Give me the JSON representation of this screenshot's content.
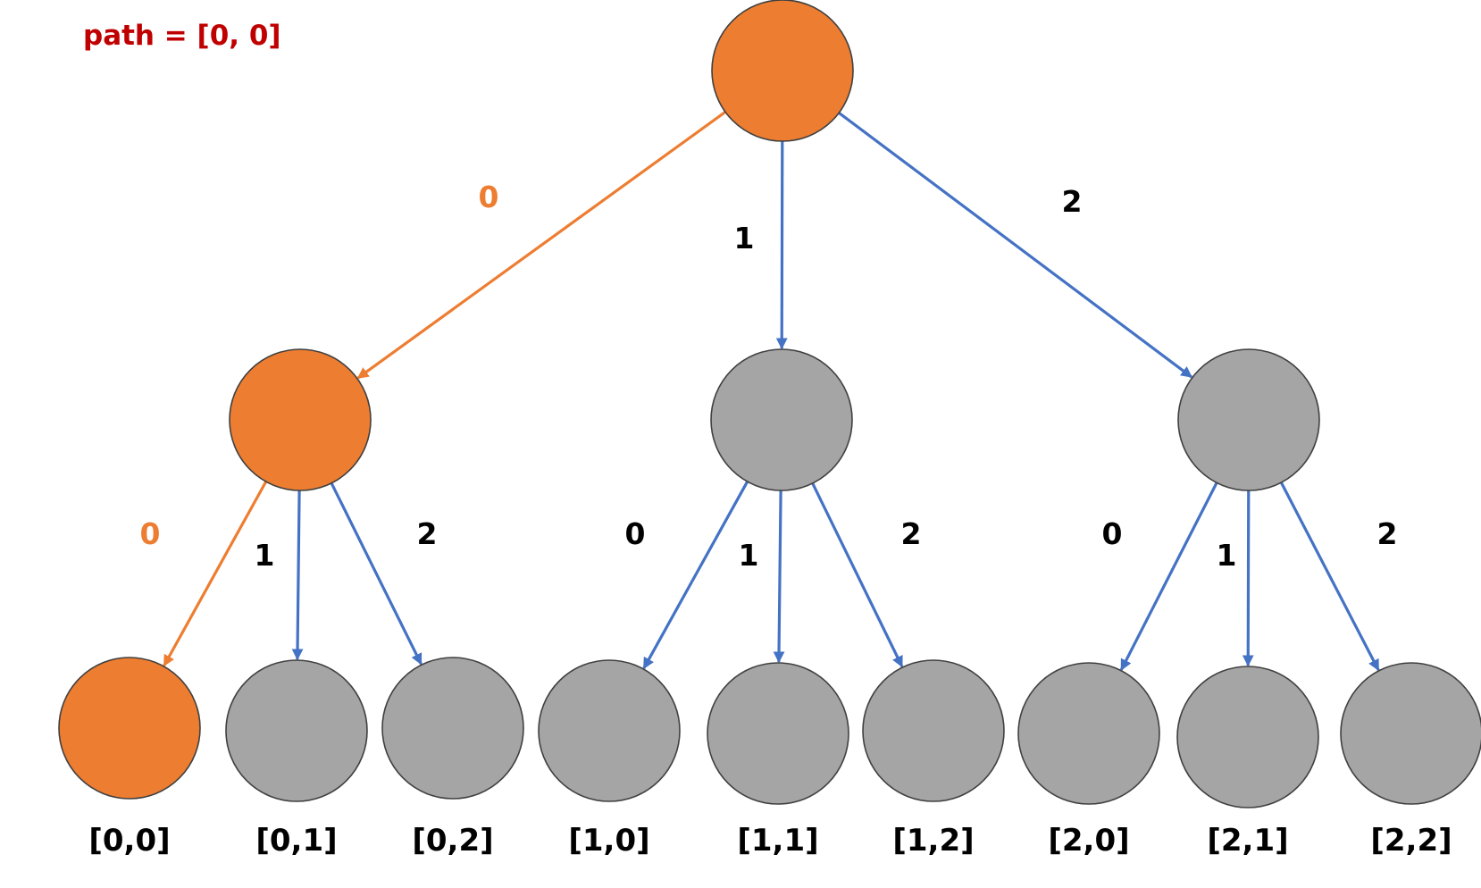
{
  "path_label": "path = [0, 0]",
  "colors": {
    "active": "#ED7D31",
    "inactive": "#A5A5A5",
    "edge_default": "#4472C4",
    "edge_active": "#ED7D31",
    "label_default": "#000000",
    "label_active": "#ED7D31",
    "path_text": "#C00000"
  },
  "tree": {
    "root": {
      "active": true
    },
    "level1": [
      {
        "edge_label": "0",
        "active": true,
        "children": [
          {
            "edge_label": "0",
            "leaf_label": "[0,0]",
            "active": true
          },
          {
            "edge_label": "1",
            "leaf_label": "[0,1]",
            "active": false
          },
          {
            "edge_label": "2",
            "leaf_label": "[0,2]",
            "active": false
          }
        ]
      },
      {
        "edge_label": "1",
        "active": false,
        "children": [
          {
            "edge_label": "0",
            "leaf_label": "[1,0]",
            "active": false
          },
          {
            "edge_label": "1",
            "leaf_label": "[1,1]",
            "active": false
          },
          {
            "edge_label": "2",
            "leaf_label": "[1,2]",
            "active": false
          }
        ]
      },
      {
        "edge_label": "2",
        "active": false,
        "children": [
          {
            "edge_label": "0",
            "leaf_label": "[2,0]",
            "active": false
          },
          {
            "edge_label": "1",
            "leaf_label": "[2,1]",
            "active": false
          },
          {
            "edge_label": "2",
            "leaf_label": "[2,2]",
            "active": false
          }
        ]
      }
    ]
  }
}
